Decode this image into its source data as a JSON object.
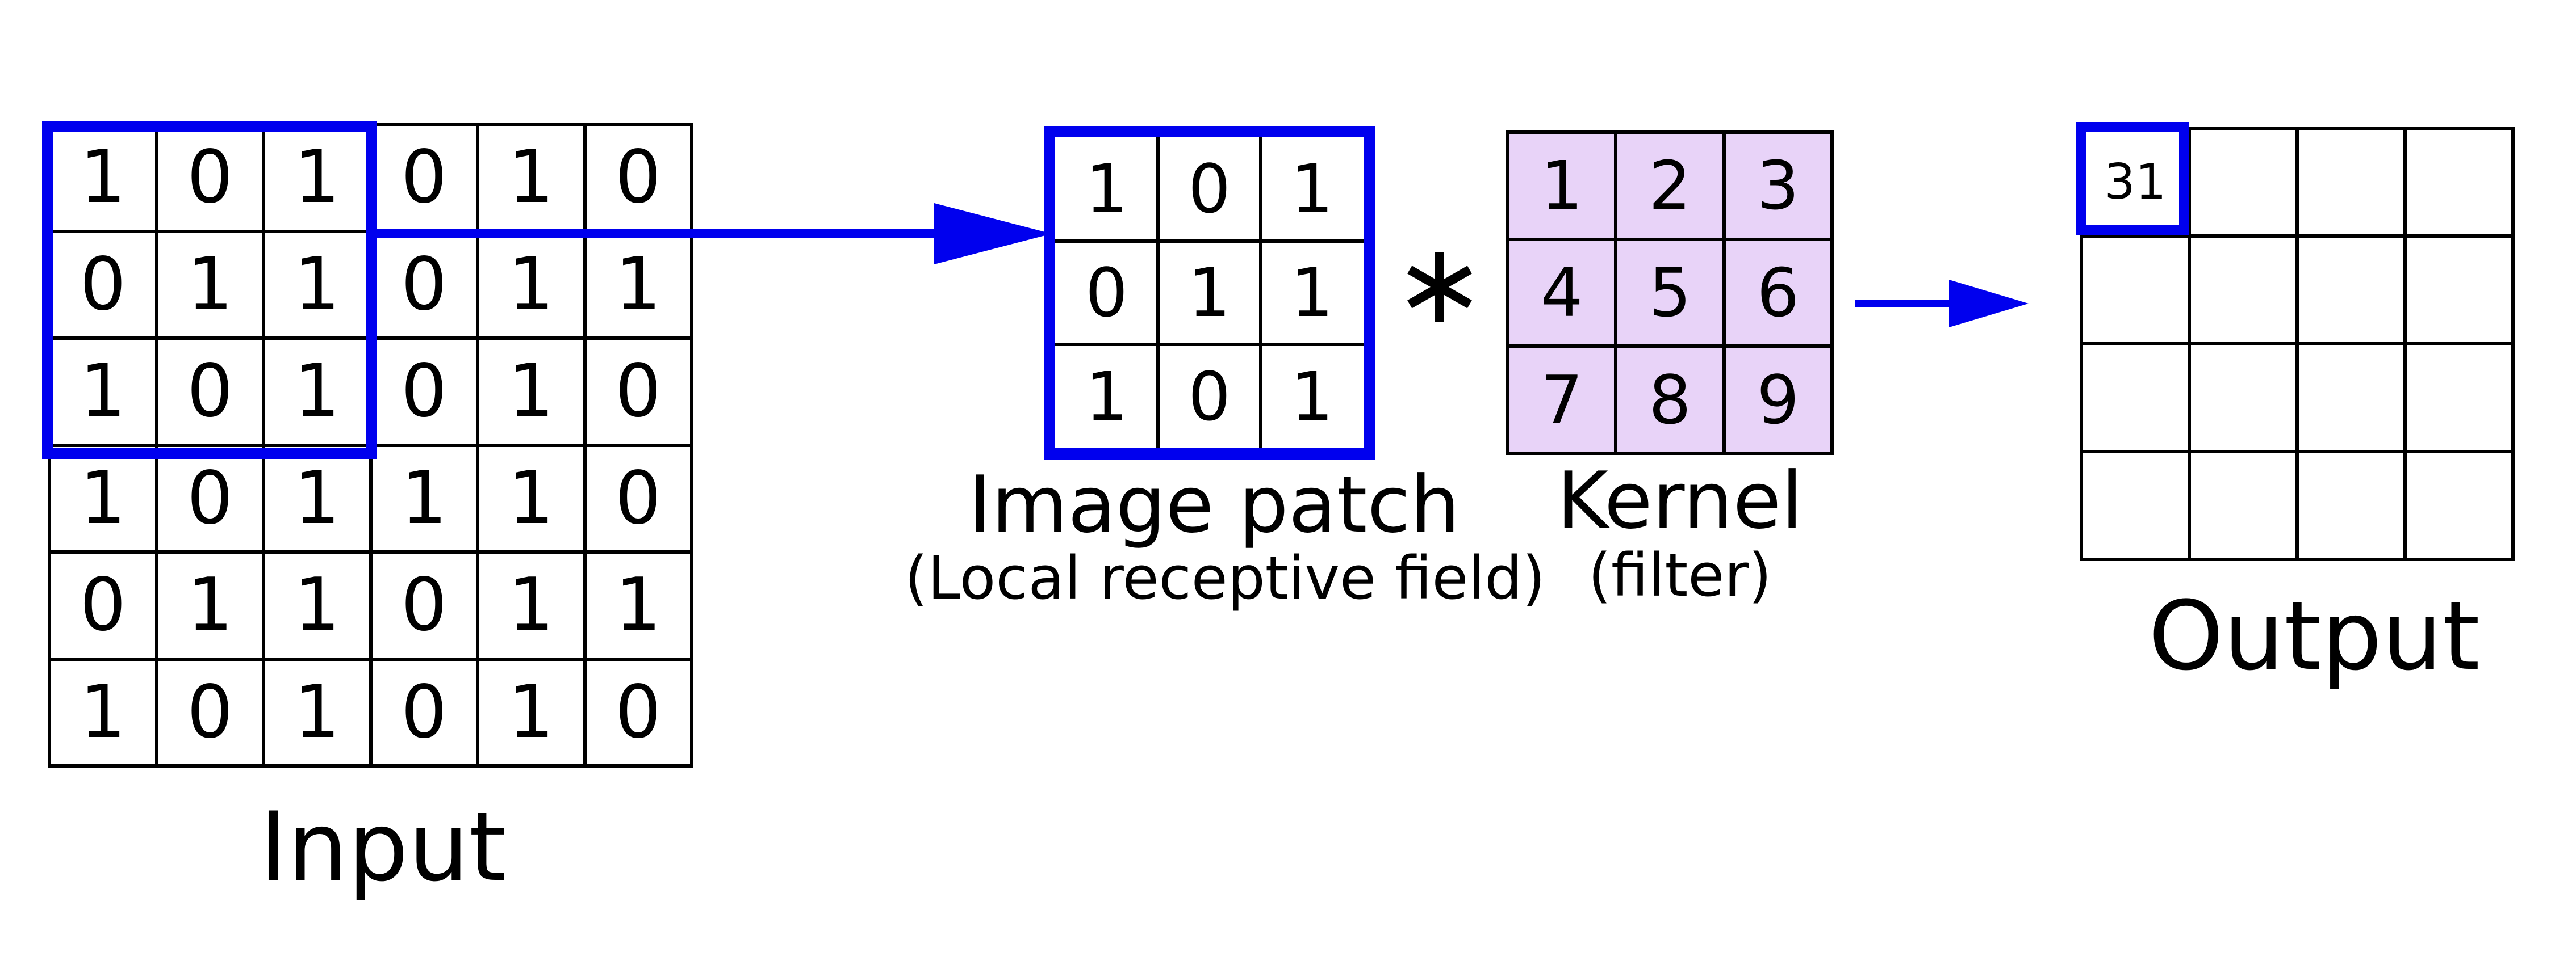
{
  "colors": {
    "accent_blue": "#0000ee",
    "grid_line": "#000000",
    "kernel_fill": "#e8d3f8",
    "background": "#ffffff"
  },
  "input": {
    "label": "Input",
    "grid": [
      [
        "1",
        "0",
        "1",
        "0",
        "1",
        "0"
      ],
      [
        "0",
        "1",
        "1",
        "0",
        "1",
        "1"
      ],
      [
        "1",
        "0",
        "1",
        "0",
        "1",
        "0"
      ],
      [
        "1",
        "0",
        "1",
        "1",
        "1",
        "0"
      ],
      [
        "0",
        "1",
        "1",
        "0",
        "1",
        "1"
      ],
      [
        "1",
        "0",
        "1",
        "0",
        "1",
        "0"
      ]
    ]
  },
  "patch": {
    "label": "Image patch",
    "sublabel": "(Local receptive field)",
    "grid": [
      [
        "1",
        "0",
        "1"
      ],
      [
        "0",
        "1",
        "1"
      ],
      [
        "1",
        "0",
        "1"
      ]
    ]
  },
  "operator": {
    "symbol": "∗"
  },
  "kernel": {
    "label": "Kernel",
    "sublabel": "(filter)",
    "grid": [
      [
        "1",
        "2",
        "3"
      ],
      [
        "4",
        "5",
        "6"
      ],
      [
        "7",
        "8",
        "9"
      ]
    ]
  },
  "output": {
    "label": "Output",
    "highlighted_cell_value": "31",
    "grid": [
      [
        "31",
        "",
        "",
        ""
      ],
      [
        "",
        "",
        "",
        ""
      ],
      [
        "",
        "",
        "",
        ""
      ],
      [
        "",
        "",
        "",
        ""
      ]
    ]
  }
}
